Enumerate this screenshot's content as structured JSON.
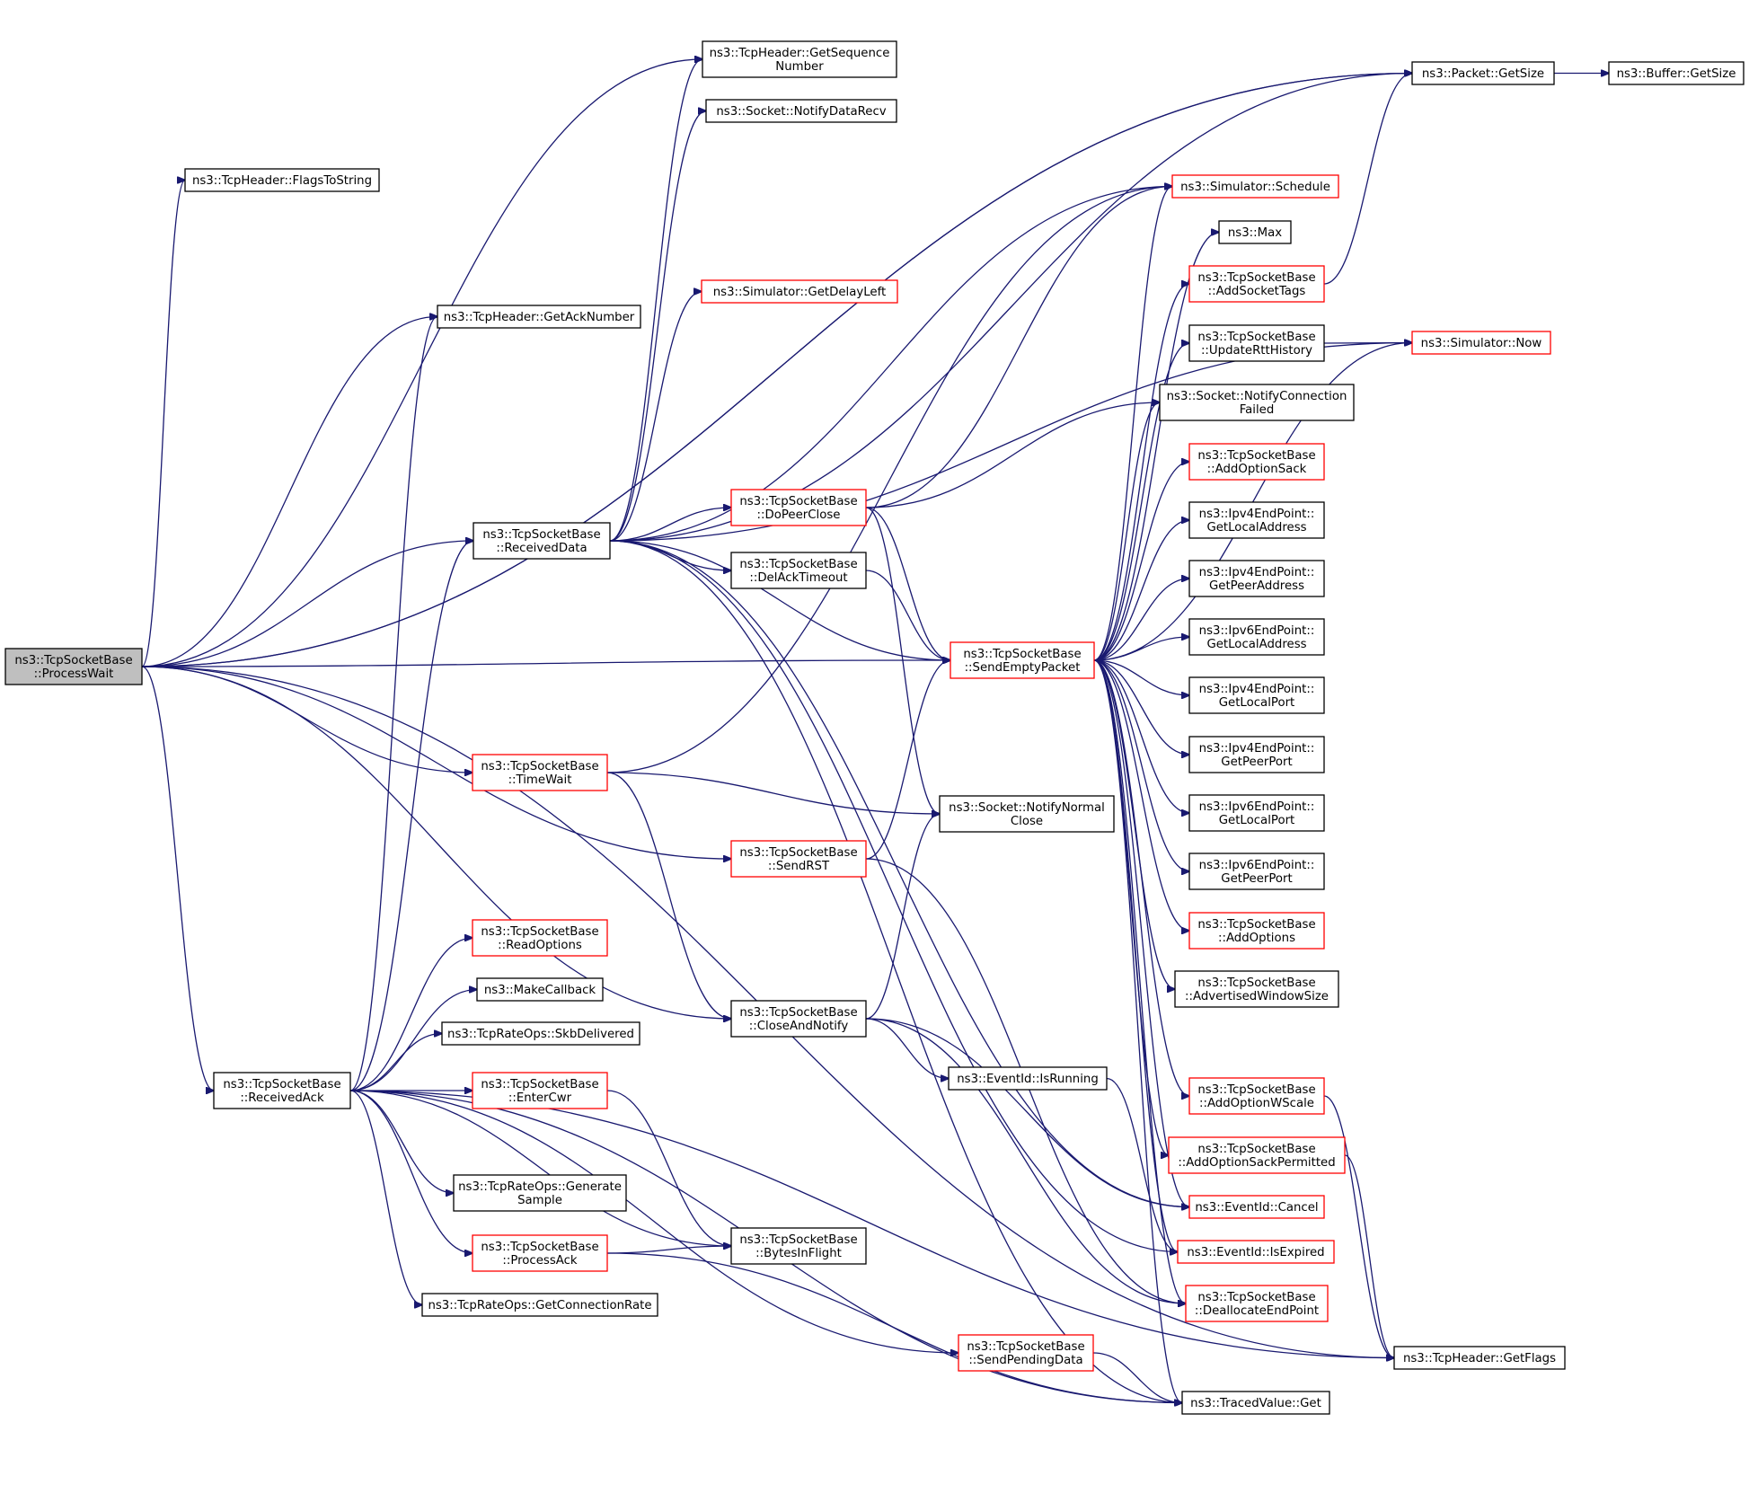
{
  "diagram": {
    "nodes": [
      {
        "id": "processwait",
        "lines": [
          "ns3::TcpSocketBase",
          "::ProcessWait"
        ],
        "style": "selected"
      },
      {
        "id": "flagstostring",
        "lines": [
          "ns3::TcpHeader::FlagsToString"
        ],
        "style": "black"
      },
      {
        "id": "getseq",
        "lines": [
          "ns3::TcpHeader::GetSequence",
          "Number"
        ],
        "style": "black"
      },
      {
        "id": "notifydatarecv",
        "lines": [
          "ns3::Socket::NotifyDataRecv"
        ],
        "style": "black"
      },
      {
        "id": "getacknumber",
        "lines": [
          "ns3::TcpHeader::GetAckNumber"
        ],
        "style": "black"
      },
      {
        "id": "receiveddata",
        "lines": [
          "ns3::TcpSocketBase",
          "::ReceivedData"
        ],
        "style": "black"
      },
      {
        "id": "getdelayleft",
        "lines": [
          "ns3::Simulator::GetDelayLeft"
        ],
        "style": "red"
      },
      {
        "id": "packetgetsize",
        "lines": [
          "ns3::Packet::GetSize"
        ],
        "style": "black"
      },
      {
        "id": "buffergetsize",
        "lines": [
          "ns3::Buffer::GetSize"
        ],
        "style": "black"
      },
      {
        "id": "schedule",
        "lines": [
          "ns3::Simulator::Schedule"
        ],
        "style": "red"
      },
      {
        "id": "max",
        "lines": [
          "ns3::Max"
        ],
        "style": "black"
      },
      {
        "id": "addsockettags",
        "lines": [
          "ns3::TcpSocketBase",
          "::AddSocketTags"
        ],
        "style": "red"
      },
      {
        "id": "updaterttHistory",
        "lines": [
          "ns3::TcpSocketBase",
          "::UpdateRttHistory"
        ],
        "style": "black"
      },
      {
        "id": "now",
        "lines": [
          "ns3::Simulator::Now"
        ],
        "style": "red"
      },
      {
        "id": "notifyconnfailed",
        "lines": [
          "ns3::Socket::NotifyConnection",
          "Failed"
        ],
        "style": "black"
      },
      {
        "id": "addoptionsack",
        "lines": [
          "ns3::TcpSocketBase",
          "::AddOptionSack"
        ],
        "style": "red"
      },
      {
        "id": "ipv4local",
        "lines": [
          "ns3::Ipv4EndPoint::",
          "GetLocalAddress"
        ],
        "style": "black"
      },
      {
        "id": "ipv4peer",
        "lines": [
          "ns3::Ipv4EndPoint::",
          "GetPeerAddress"
        ],
        "style": "black"
      },
      {
        "id": "ipv6local",
        "lines": [
          "ns3::Ipv6EndPoint::",
          "GetLocalAddress"
        ],
        "style": "black"
      },
      {
        "id": "ipv4localport",
        "lines": [
          "ns3::Ipv4EndPoint::",
          "GetLocalPort"
        ],
        "style": "black"
      },
      {
        "id": "ipv4peerport",
        "lines": [
          "ns3::Ipv4EndPoint::",
          "GetPeerPort"
        ],
        "style": "black"
      },
      {
        "id": "ipv6localport",
        "lines": [
          "ns3::Ipv6EndPoint::",
          "GetLocalPort"
        ],
        "style": "black"
      },
      {
        "id": "ipv6peerport",
        "lines": [
          "ns3::Ipv6EndPoint::",
          "GetPeerPort"
        ],
        "style": "black"
      },
      {
        "id": "addoptions",
        "lines": [
          "ns3::TcpSocketBase",
          "::AddOptions"
        ],
        "style": "red"
      },
      {
        "id": "advwindow",
        "lines": [
          "ns3::TcpSocketBase",
          "::AdvertisedWindowSize"
        ],
        "style": "black"
      },
      {
        "id": "addoptionwscale",
        "lines": [
          "ns3::TcpSocketBase",
          "::AddOptionWScale"
        ],
        "style": "red"
      },
      {
        "id": "addoptionsackperm",
        "lines": [
          "ns3::TcpSocketBase",
          "::AddOptionSackPermitted"
        ],
        "style": "red"
      },
      {
        "id": "cancel",
        "lines": [
          "ns3::EventId::Cancel"
        ],
        "style": "red"
      },
      {
        "id": "isexpired",
        "lines": [
          "ns3::EventId::IsExpired"
        ],
        "style": "red"
      },
      {
        "id": "dealloc",
        "lines": [
          "ns3::TcpSocketBase",
          "::DeallocateEndPoint"
        ],
        "style": "red"
      },
      {
        "id": "getflags",
        "lines": [
          "ns3::TcpHeader::GetFlags"
        ],
        "style": "black"
      },
      {
        "id": "tracedget",
        "lines": [
          "ns3::TracedValue::Get"
        ],
        "style": "black"
      },
      {
        "id": "dopeerclose",
        "lines": [
          "ns3::TcpSocketBase",
          "::DoPeerClose"
        ],
        "style": "red"
      },
      {
        "id": "delacktimeout",
        "lines": [
          "ns3::TcpSocketBase",
          "::DelAckTimeout"
        ],
        "style": "black"
      },
      {
        "id": "sendempty",
        "lines": [
          "ns3::TcpSocketBase",
          "::SendEmptyPacket"
        ],
        "style": "red"
      },
      {
        "id": "timewait",
        "lines": [
          "ns3::TcpSocketBase",
          "::TimeWait"
        ],
        "style": "red"
      },
      {
        "id": "notifynormalclose",
        "lines": [
          "ns3::Socket::NotifyNormal",
          "Close"
        ],
        "style": "black"
      },
      {
        "id": "sendrst",
        "lines": [
          "ns3::TcpSocketBase",
          "::SendRST"
        ],
        "style": "red"
      },
      {
        "id": "readoptions",
        "lines": [
          "ns3::TcpSocketBase",
          "::ReadOptions"
        ],
        "style": "red"
      },
      {
        "id": "makecallback",
        "lines": [
          "ns3::MakeCallback"
        ],
        "style": "black"
      },
      {
        "id": "skbdelivered",
        "lines": [
          "ns3::TcpRateOps::SkbDelivered"
        ],
        "style": "black"
      },
      {
        "id": "closeandnotify",
        "lines": [
          "ns3::TcpSocketBase",
          "::CloseAndNotify"
        ],
        "style": "black"
      },
      {
        "id": "receivedack",
        "lines": [
          "ns3::TcpSocketBase",
          "::ReceivedAck"
        ],
        "style": "black"
      },
      {
        "id": "entercwr",
        "lines": [
          "ns3::TcpSocketBase",
          "::EnterCwr"
        ],
        "style": "red"
      },
      {
        "id": "isrunning",
        "lines": [
          "ns3::EventId::IsRunning"
        ],
        "style": "black"
      },
      {
        "id": "generatesample",
        "lines": [
          "ns3::TcpRateOps::Generate",
          "Sample"
        ],
        "style": "black"
      },
      {
        "id": "processack",
        "lines": [
          "ns3::TcpSocketBase",
          "::ProcessAck"
        ],
        "style": "red"
      },
      {
        "id": "bytesinflight",
        "lines": [
          "ns3::TcpSocketBase",
          "::BytesInFlight"
        ],
        "style": "black"
      },
      {
        "id": "getconnrate",
        "lines": [
          "ns3::TcpRateOps::GetConnectionRate"
        ],
        "style": "black"
      },
      {
        "id": "sendpending",
        "lines": [
          "ns3::TcpSocketBase",
          "::SendPendingData"
        ],
        "style": "red"
      }
    ],
    "edges": [
      [
        "processwait",
        "packetgetsize"
      ],
      [
        "processwait",
        "flagstostring"
      ],
      [
        "processwait",
        "getseq"
      ],
      [
        "processwait",
        "getacknumber"
      ],
      [
        "processwait",
        "receiveddata"
      ],
      [
        "processwait",
        "sendempty"
      ],
      [
        "processwait",
        "timewait"
      ],
      [
        "processwait",
        "sendrst"
      ],
      [
        "processwait",
        "closeandnotify"
      ],
      [
        "processwait",
        "receivedack"
      ],
      [
        "processwait",
        "getflags"
      ],
      [
        "processwait",
        "packetgetsize"
      ],
      [
        "packetgetsize",
        "buffergetsize"
      ],
      [
        "receiveddata",
        "getseq"
      ],
      [
        "receiveddata",
        "notifydatarecv"
      ],
      [
        "receiveddata",
        "packetgetsize"
      ],
      [
        "receiveddata",
        "schedule"
      ],
      [
        "receiveddata",
        "getdelayleft"
      ],
      [
        "receiveddata",
        "now"
      ],
      [
        "receiveddata",
        "dopeerclose"
      ],
      [
        "receiveddata",
        "delacktimeout"
      ],
      [
        "receiveddata",
        "sendempty"
      ],
      [
        "receiveddata",
        "cancel"
      ],
      [
        "receiveddata",
        "isexpired"
      ],
      [
        "receiveddata",
        "tracedget"
      ],
      [
        "dopeerclose",
        "sendempty"
      ],
      [
        "dopeerclose",
        "notifynormalclose"
      ],
      [
        "dopeerclose",
        "schedule"
      ],
      [
        "dopeerclose",
        "notifyconnfailed"
      ],
      [
        "delacktimeout",
        "sendempty"
      ],
      [
        "sendempty",
        "schedule"
      ],
      [
        "sendempty",
        "max"
      ],
      [
        "sendempty",
        "addsockettags"
      ],
      [
        "sendempty",
        "updaterttHistory"
      ],
      [
        "sendempty",
        "notifyconnfailed"
      ],
      [
        "sendempty",
        "addoptionsack"
      ],
      [
        "sendempty",
        "ipv4local"
      ],
      [
        "sendempty",
        "ipv4peer"
      ],
      [
        "sendempty",
        "ipv6local"
      ],
      [
        "sendempty",
        "ipv4localport"
      ],
      [
        "sendempty",
        "ipv4peerport"
      ],
      [
        "sendempty",
        "ipv6localport"
      ],
      [
        "sendempty",
        "ipv6peerport"
      ],
      [
        "sendempty",
        "addoptions"
      ],
      [
        "sendempty",
        "advwindow"
      ],
      [
        "sendempty",
        "addoptionwscale"
      ],
      [
        "sendempty",
        "addoptionsackperm"
      ],
      [
        "sendempty",
        "cancel"
      ],
      [
        "sendempty",
        "isexpired"
      ],
      [
        "sendempty",
        "dealloc"
      ],
      [
        "sendempty",
        "now"
      ],
      [
        "sendempty",
        "tracedget"
      ],
      [
        "addsockettags",
        "packetgetsize"
      ],
      [
        "updaterttHistory",
        "now"
      ],
      [
        "addoptionwscale",
        "getflags"
      ],
      [
        "addoptionsackperm",
        "getflags"
      ],
      [
        "timewait",
        "schedule"
      ],
      [
        "timewait",
        "notifynormalclose"
      ],
      [
        "timewait",
        "closeandnotify"
      ],
      [
        "sendrst",
        "sendempty"
      ],
      [
        "sendrst",
        "dealloc"
      ],
      [
        "closeandnotify",
        "notifynormalclose"
      ],
      [
        "closeandnotify",
        "isrunning"
      ],
      [
        "closeandnotify",
        "cancel"
      ],
      [
        "closeandnotify",
        "dealloc"
      ],
      [
        "isrunning",
        "isexpired"
      ],
      [
        "receivedack",
        "getacknumber"
      ],
      [
        "receivedack",
        "receiveddata"
      ],
      [
        "receivedack",
        "readoptions"
      ],
      [
        "receivedack",
        "makecallback"
      ],
      [
        "receivedack",
        "skbdelivered"
      ],
      [
        "receivedack",
        "entercwr"
      ],
      [
        "receivedack",
        "generatesample"
      ],
      [
        "receivedack",
        "processack"
      ],
      [
        "receivedack",
        "bytesinflight"
      ],
      [
        "receivedack",
        "getconnrate"
      ],
      [
        "receivedack",
        "sendpending"
      ],
      [
        "receivedack",
        "tracedget"
      ],
      [
        "receivedack",
        "getflags"
      ],
      [
        "entercwr",
        "bytesinflight"
      ],
      [
        "processack",
        "bytesinflight"
      ],
      [
        "processack",
        "tracedget"
      ],
      [
        "sendpending",
        "tracedget"
      ]
    ]
  }
}
